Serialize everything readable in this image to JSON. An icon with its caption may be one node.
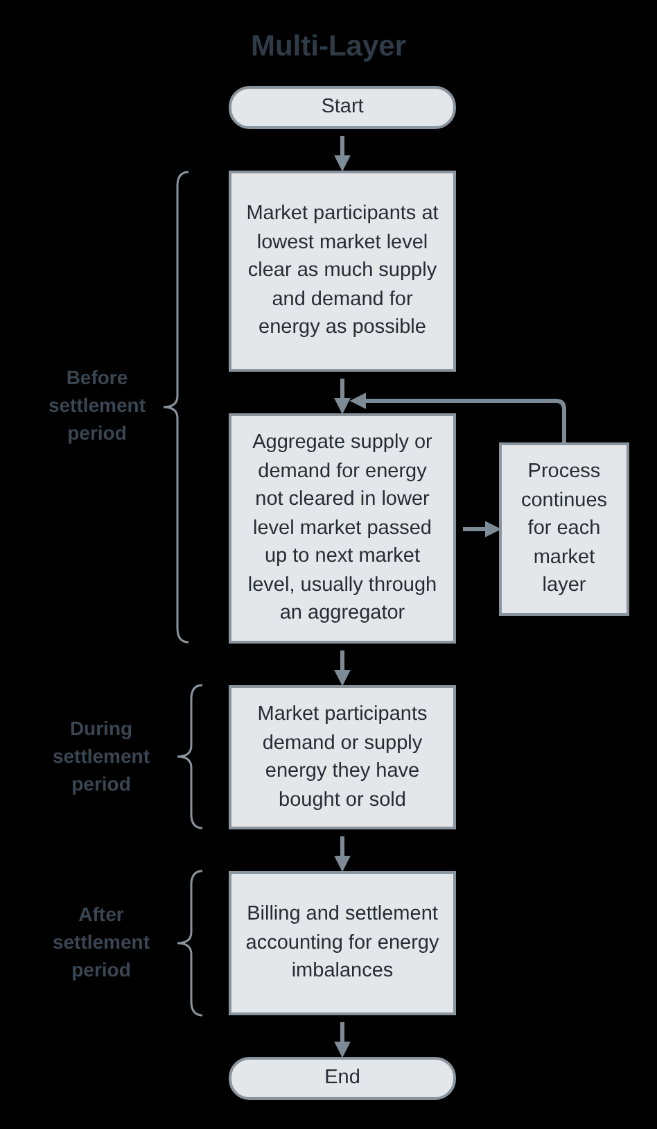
{
  "diagram": {
    "title": "Multi-Layer",
    "nodes": [
      {
        "text": [
          "Start"
        ]
      },
      {
        "text": [
          "Market participants at lowest market level clear as much supply and demand for energy as possible"
        ]
      },
      {
        "text": [
          "Aggregate supply or demand for energy not cleared in lower level market passed up to next market level, usually through an aggregator"
        ]
      },
      {
        "text": [
          "Process continues for each market layer"
        ]
      },
      {
        "text": [
          "Market participants demand or supply energy they have bought or sold"
        ]
      },
      {
        "text": [
          "Billing and settlement accounting for energy imbalances"
        ]
      },
      {
        "text": [
          "End"
        ]
      }
    ],
    "edges": [
      {
        "from": 0,
        "to": 1,
        "arrow": "to"
      },
      {
        "from": 1,
        "to": 2,
        "arrow": "to"
      },
      {
        "from": 2,
        "to": 3,
        "arrow": "to"
      },
      {
        "from": 3,
        "to": 2,
        "arrow": "to"
      },
      {
        "from": 2,
        "to": 4,
        "arrow": "to"
      },
      {
        "from": 4,
        "to": 5,
        "arrow": "to"
      },
      {
        "from": 5,
        "to": 6,
        "arrow": "to"
      }
    ],
    "labels": [
      "Before settlement period",
      "During settlement period",
      "After settlement period"
    ]
  }
}
